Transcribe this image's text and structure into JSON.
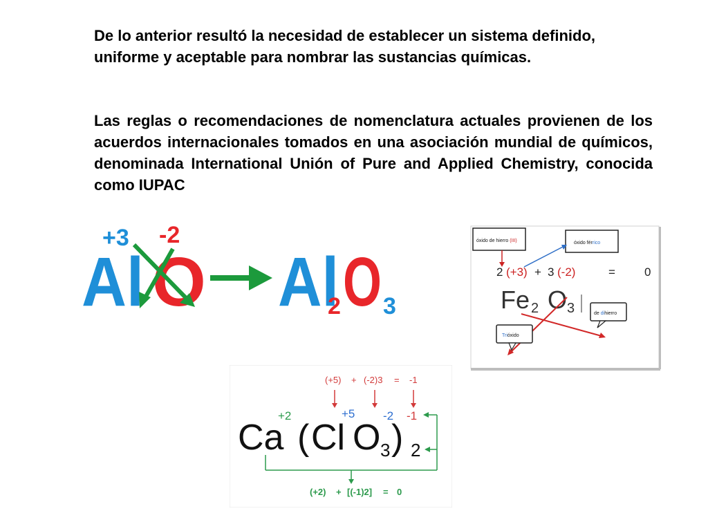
{
  "slide": {
    "paragraph1": "De lo anterior resultó la necesidad de establecer un sistema definido, uniforme y aceptable para nombrar las sustancias químicas.",
    "paragraph2": "Las reglas o recomendaciones de nomenclatura actuales provienen de los acuerdos internacionales tomados en una asociación mundial de químicos, denominada International Unión of Pure and Applied Chemistry, conocida como IUPAC"
  },
  "figure_al": {
    "charge_al": "+3",
    "charge_o": "-2",
    "symbol_al": "Al",
    "symbol_o": "O",
    "sub_al": "2",
    "sub_o": "3",
    "colors": {
      "blue": "#1f8fd8",
      "red": "#e8262a",
      "green": "#1c9a3c"
    }
  },
  "figure_fe": {
    "box_oxido_hierro_prefix": "óxido de hierro ",
    "box_oxido_hierro_suffix": "(III)",
    "box_oxido_ferrico_prefix": "óxido fér",
    "box_oxido_ferrico_suffix": "rico",
    "equation": {
      "coef1": "2",
      "val1": "(+3)",
      "plus": "+",
      "coef2": "3",
      "val2": "(-2)",
      "equals": "=",
      "result": "0"
    },
    "symbol_fe": "Fe",
    "sub_fe": "2",
    "symbol_o": "O",
    "sub_o": "3",
    "box_de_dihierro_prefix": "de ",
    "box_de_dihierro_mid": "di",
    "box_de_dihierro_suffix": "hierro",
    "box_trioxido_prefix": "Tri",
    "box_trioxido_suffix": "óxido"
  },
  "figure_ca": {
    "top_equation": {
      "a": "(+5)",
      "plus": "+",
      "b": "(-2)3",
      "equals": "=",
      "c": "-1"
    },
    "charge_ca": "+2",
    "charge_cl": "+5",
    "charge_o": "-2",
    "charge_group": "-1",
    "symbol_ca": "Ca",
    "paren_open": "(",
    "symbol_cl": "Cl",
    "symbol_o": "O",
    "sub_o": "3",
    "paren_close": ")",
    "sub_group": "2",
    "bottom_equation": {
      "a": "(+2)",
      "plus": "+",
      "b": "[(-1)2]",
      "equals": "=",
      "c": "0"
    }
  }
}
